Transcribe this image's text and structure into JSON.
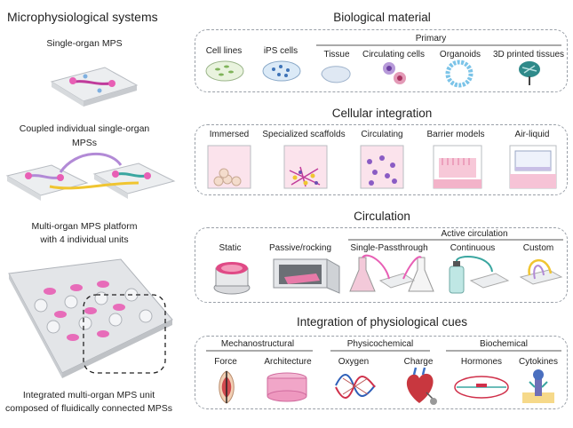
{
  "left": {
    "title": "Microphysiological systems",
    "single": "Single-organ MPS",
    "coupled_1": "Coupled individual single-organ",
    "coupled_2": "MPSs",
    "multi_1": "Multi-organ MPS  platform",
    "multi_2": "with 4 individual units",
    "integrated_1": "Integrated multi-organ MPS unit",
    "integrated_2": "composed of fluidically connected MPSs"
  },
  "bio": {
    "title": "Biological material",
    "primary": "Primary",
    "items": [
      "Cell lines",
      "iPS cells",
      "Tissue",
      "Circulating cells",
      "Organoids",
      "3D printed tissues"
    ]
  },
  "cell": {
    "title": "Cellular  integration",
    "items": [
      "Immersed",
      "Specialized scaffolds",
      "Circulating",
      "Barrier models",
      "Air-liquid"
    ]
  },
  "circ": {
    "title": "Circulation",
    "active": "Active circulation",
    "items": [
      "Static",
      "Passive/rocking",
      "Single-Passthrough",
      "Continuous",
      "Custom"
    ]
  },
  "cues": {
    "title": "Integration of physiological cues",
    "groups": [
      "Mechanostructural",
      "Physicochemical",
      "Biochemical"
    ],
    "items": [
      "Force",
      "Architecture",
      "Oxygen",
      "Charge",
      "Hormones",
      "Cytokines"
    ]
  },
  "colors": {
    "pink": "#e85fb5",
    "magenta": "#c03b9b",
    "purple": "#b28ad6",
    "yellow": "#f0c531",
    "teal": "#3aa6a0",
    "border": "#9aa0a8"
  }
}
